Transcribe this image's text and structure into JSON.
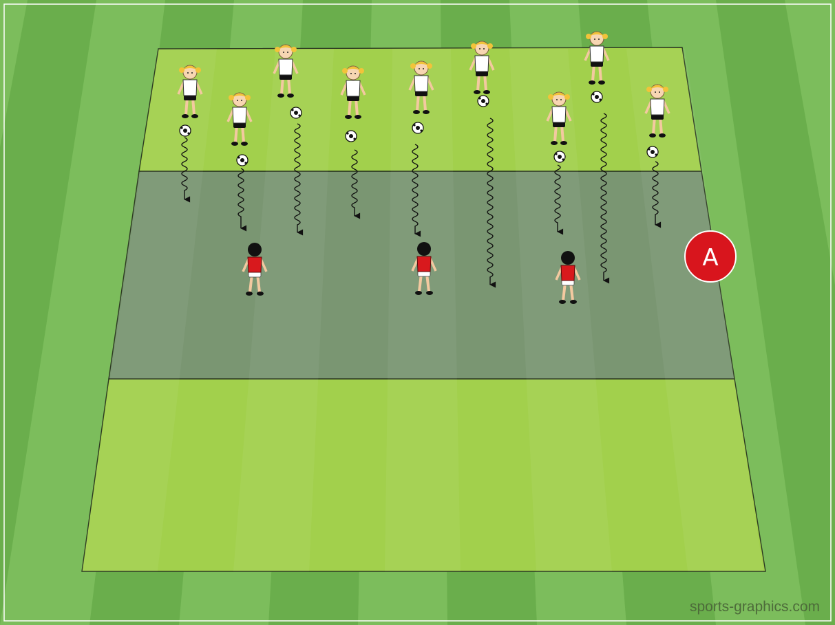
{
  "diagram": {
    "watermark": "sports-graphics.com",
    "zone_marker": {
      "label": "A",
      "color": "#d8151d"
    },
    "colors": {
      "pitch_stripe_light": "#7cbd5c",
      "pitch_stripe_dark": "#6aae4c",
      "field_zone": "#a2d04c",
      "field_zone_alt": "#93c540",
      "middle_zone": "#7a9672",
      "attacker_shirt": "#ffffff",
      "attacker_hair": "#f2c33a",
      "defender_shirt": "#d8191d",
      "defender_hair": "#111111"
    },
    "attackers": [
      {
        "name": "attacker-1",
        "ball": true,
        "dribble": true
      },
      {
        "name": "attacker-2",
        "ball": true,
        "dribble": true
      },
      {
        "name": "attacker-3",
        "ball": true,
        "dribble": true
      },
      {
        "name": "attacker-4",
        "ball": true,
        "dribble": true
      },
      {
        "name": "attacker-5",
        "ball": true,
        "dribble": true
      },
      {
        "name": "attacker-6",
        "ball": true,
        "dribble": true
      },
      {
        "name": "attacker-7",
        "ball": true,
        "dribble": true
      },
      {
        "name": "attacker-8",
        "ball": true,
        "dribble": true
      },
      {
        "name": "attacker-9",
        "ball": true,
        "dribble": true
      }
    ],
    "defenders": [
      {
        "name": "defender-1"
      },
      {
        "name": "defender-2"
      },
      {
        "name": "defender-3"
      }
    ]
  }
}
